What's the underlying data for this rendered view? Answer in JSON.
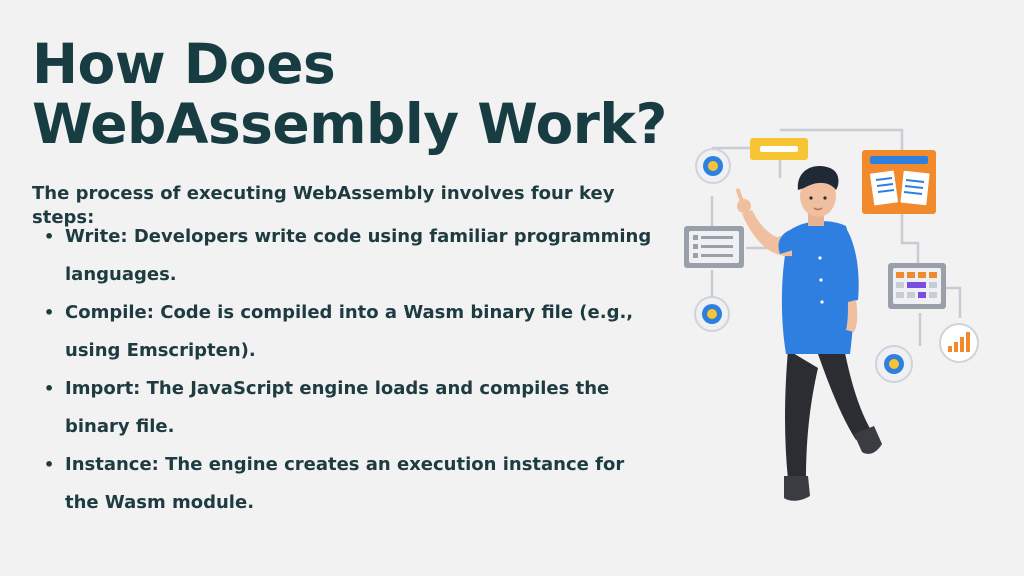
{
  "slide": {
    "title": "How Does WebAssembly Work?",
    "intro": "The process of executing WebAssembly involves four key steps:",
    "steps": [
      "Write: Developers write code using familiar programming languages.",
      "Compile: Code is compiled into a Wasm binary file (e.g., using Emscripten).",
      "Import: The JavaScript engine loads and compiles the binary file.",
      "Instance: The engine creates an execution instance for the Wasm module."
    ],
    "bullet": "•"
  },
  "colors": {
    "background": "#f2f2f2",
    "title": "#173d42",
    "text": "#1d3b40",
    "shirt": "#2f7fe0",
    "accent_orange": "#f08a2c",
    "accent_yellow": "#f7c533"
  },
  "illustration": {
    "icons": [
      "gear-icon",
      "list-icon",
      "document-icon",
      "calendar-icon",
      "bar-chart-icon",
      "person"
    ]
  }
}
